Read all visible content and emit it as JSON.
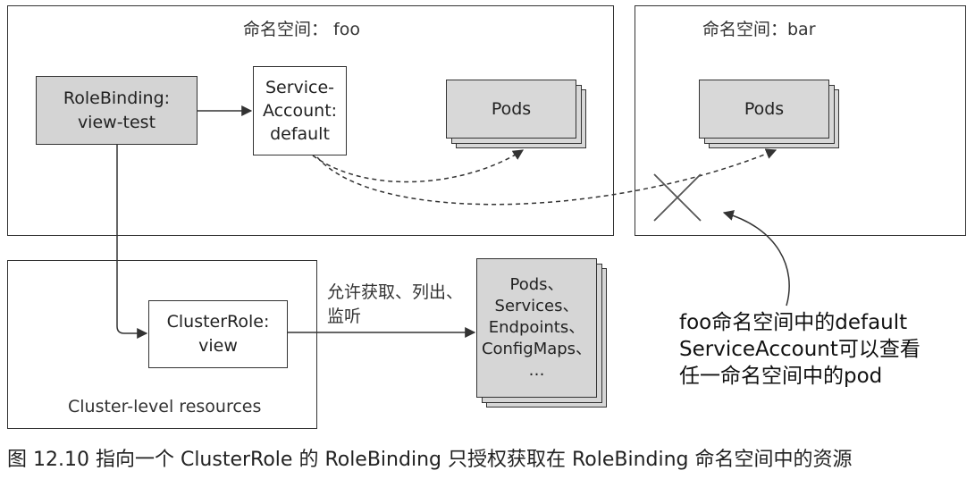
{
  "namespace_foo": {
    "label": "命名空间： foo"
  },
  "namespace_bar": {
    "label": "命名空间：bar"
  },
  "rolebinding": {
    "line1": "RoleBinding:",
    "line2": "view-test"
  },
  "serviceaccount": {
    "line1": "Service-",
    "line2": "Account:",
    "line3": "default"
  },
  "pods_foo": {
    "label": "Pods"
  },
  "pods_bar": {
    "label": "Pods"
  },
  "cluster": {
    "label": "Cluster-level resources"
  },
  "clusterrole": {
    "line1": "ClusterRole:",
    "line2": "view"
  },
  "permission": {
    "line1": "允许获取、列出、",
    "line2": "监听"
  },
  "resources": {
    "lines": [
      "Pods、",
      "Services、",
      "Endpoints、",
      "ConfigMaps、",
      "…"
    ]
  },
  "annotation": {
    "line1": "foo命名空间中的default",
    "line2": "ServiceAccount可以查看",
    "line3": "任一命名空间中的pod"
  },
  "caption": {
    "text": "图 12.10   指向一个 ClusterRole 的 RoleBinding 只授权获取在 RoleBinding 命名空间中的资源"
  }
}
